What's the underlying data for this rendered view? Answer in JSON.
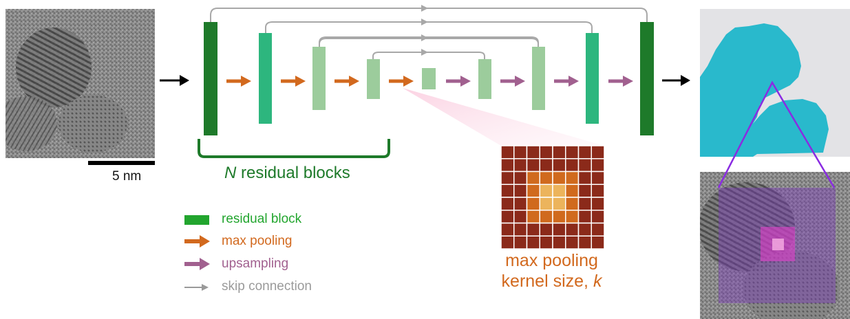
{
  "scale_bar": {
    "label": "5 nm"
  },
  "encoder_bracket": {
    "label_var": "N",
    "label_text": " residual blocks"
  },
  "kernel": {
    "title_line1": "max pooling",
    "title_line2_text": "kernel size, ",
    "title_line2_var": "k",
    "grid_size": 8
  },
  "legend": {
    "residual_block": "residual block",
    "max_pooling": "max pooling",
    "upsampling": "upsampling",
    "skip_connection": "skip connection"
  },
  "colors": {
    "residual_block_dark": "#1e7a2a",
    "residual_block_mid": "#2db67e",
    "residual_block_light": "#9ccc9c",
    "max_pooling_arrow": "#d2691e",
    "upsampling_arrow": "#a1608f",
    "skip_connection": "#a8a8a8",
    "segmentation": "#29b9cc",
    "kernel_dark": "#8b2a1a",
    "kernel_mid": "#d06a1e",
    "kernel_light": "#ecb45c"
  }
}
